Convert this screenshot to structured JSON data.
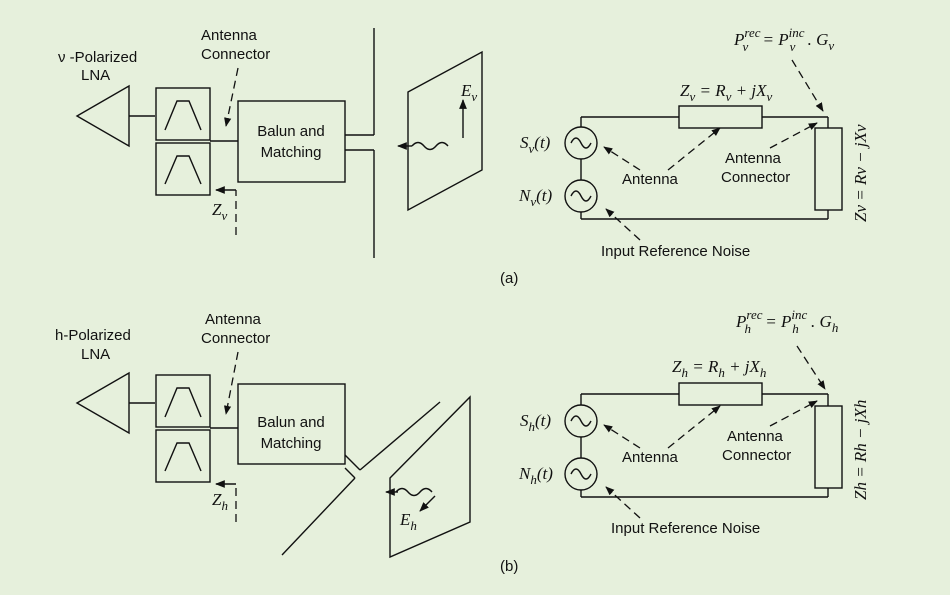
{
  "panel_a": {
    "lna_label_1": "ν -Polarized",
    "lna_label_2": "LNA",
    "connector_label_1": "Antenna",
    "connector_label_2": "Connector",
    "balun_label_1": "Balun and",
    "balun_label_2": "Matching",
    "field_label": "E",
    "field_sub": "ν",
    "z_label": "Z",
    "z_sub": "ν",
    "power_eq": {
      "p": "P",
      "s": "ν",
      "rec": "rec",
      "eq": " = ",
      "inc": "inc",
      "dot": " . ",
      "g": "G"
    },
    "series_z": {
      "z": "Z",
      "s": "ν",
      "mid": " = R",
      "plus": " + jX"
    },
    "load_z": "Zν = Rν − jXν",
    "source_s": {
      "name": "S",
      "sub": "ν",
      "arg": "(t)"
    },
    "source_n": {
      "name": "N",
      "sub": "ν",
      "arg": "(t)"
    },
    "antenna_label": "Antenna",
    "ckt_connector_1": "Antenna",
    "ckt_connector_2": "Connector",
    "noise_label": "Input Reference Noise",
    "caption": "(a)"
  },
  "panel_b": {
    "lna_label_1": "h-Polarized",
    "lna_label_2": "LNA",
    "connector_label_1": "Antenna",
    "connector_label_2": "Connector",
    "balun_label_1": "Balun and",
    "balun_label_2": "Matching",
    "field_label": "E",
    "field_sub": "h",
    "z_label": "Z",
    "z_sub": "h",
    "power_eq": {
      "p": "P",
      "s": "h",
      "rec": "rec",
      "eq": " = ",
      "inc": "inc",
      "dot": " . ",
      "g": "G"
    },
    "series_z": {
      "z": "Z",
      "s": "h",
      "mid": " = R",
      "plus": " + jX"
    },
    "load_z": "Zh = Rh − jXh",
    "source_s": {
      "name": "S",
      "sub": "h",
      "arg": "(t)"
    },
    "source_n": {
      "name": "N",
      "sub": "h",
      "arg": "(t)"
    },
    "antenna_label": "Antenna",
    "ckt_connector_1": "Antenna",
    "ckt_connector_2": "Connector",
    "noise_label": "Input Reference Noise",
    "caption": "(b)"
  },
  "colors": {
    "background": "#e6f0dc",
    "ink": "#111111"
  },
  "icons": [
    "triangle-amplifier",
    "bandpass-filter",
    "ac-source",
    "resistor",
    "dipole-antenna",
    "plane-wave"
  ]
}
